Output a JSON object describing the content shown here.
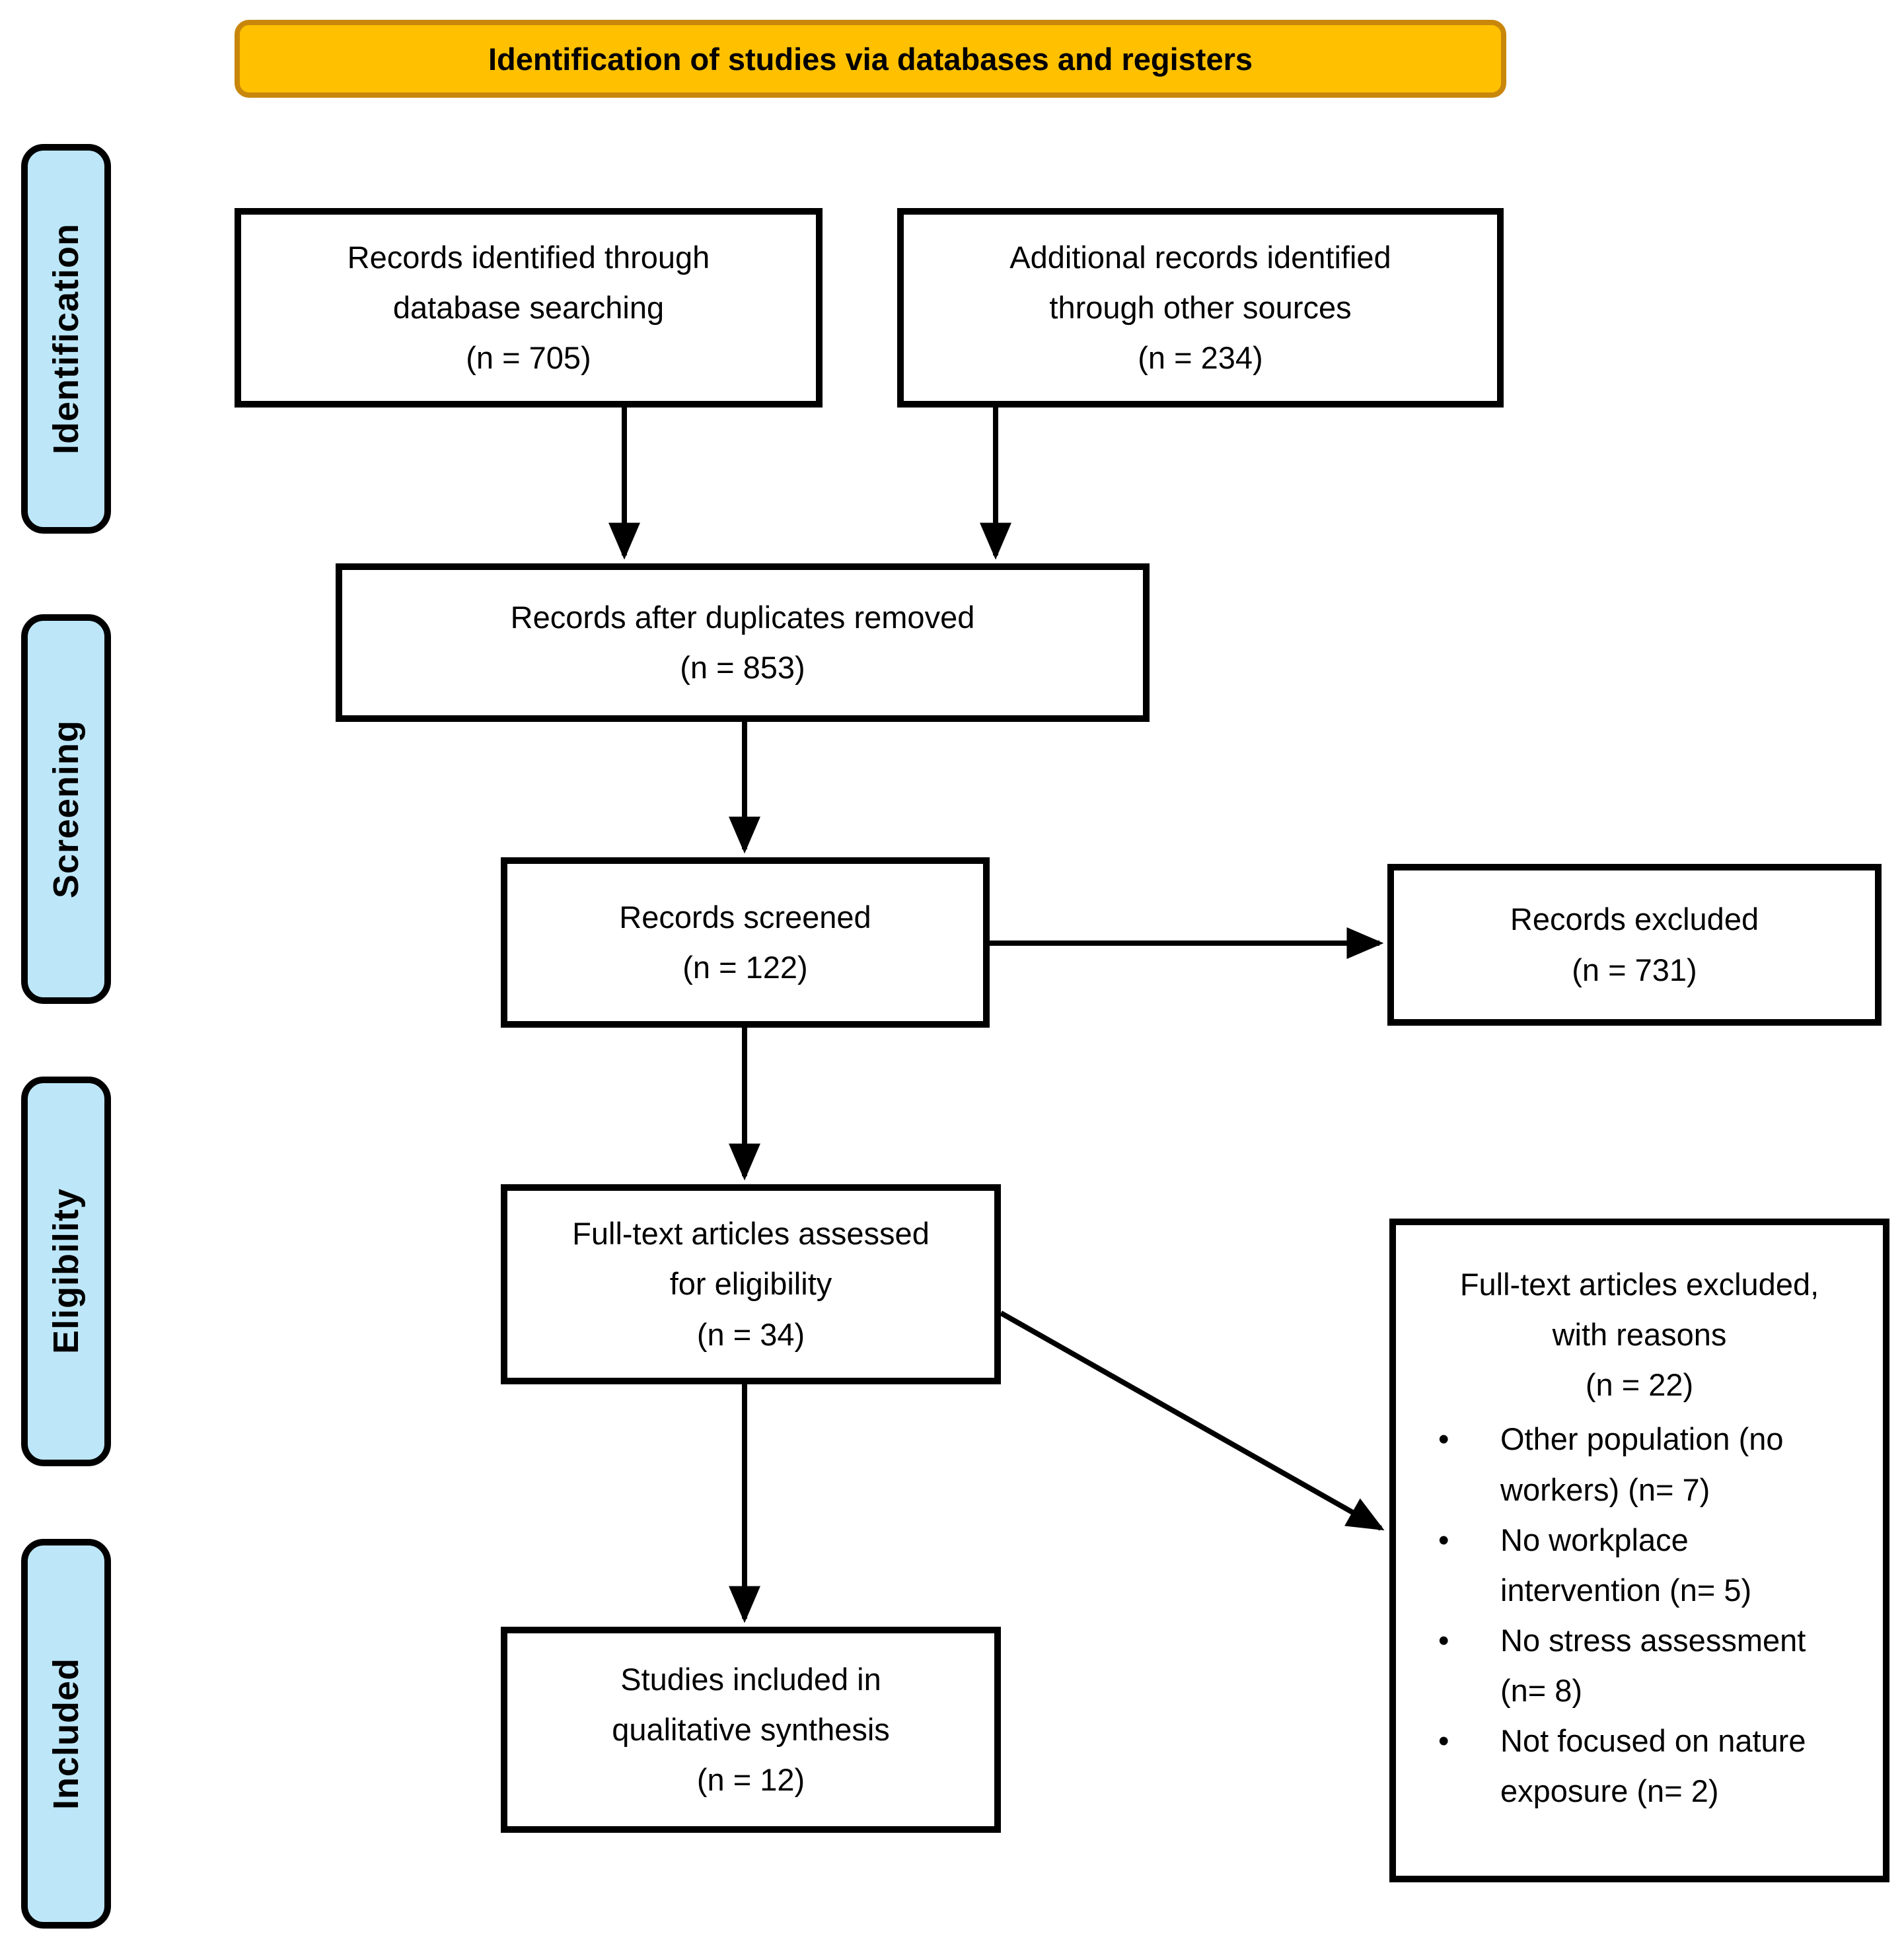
{
  "banner": {
    "title": "Identification of studies via databases and registers"
  },
  "stages": {
    "identification": "Identification",
    "screening": "Screening",
    "eligibility": "Eligibility",
    "included": "Included"
  },
  "boxes": {
    "records_identified": {
      "line1": "Records identified through",
      "line2": "database searching",
      "count": "(n = 705)"
    },
    "additional_records": {
      "line1": "Additional records identified",
      "line2": "through other sources",
      "count": "(n = 234)"
    },
    "duplicates_removed": {
      "line1": "Records after duplicates removed",
      "count": "(n = 853)"
    },
    "records_screened": {
      "line1": "Records screened",
      "count": "(n = 122)"
    },
    "records_excluded": {
      "line1": "Records excluded",
      "count": "(n = 731)"
    },
    "fulltext_assessed": {
      "line1": "Full-text articles assessed",
      "line2": "for eligibility",
      "count": "(n = 34)"
    },
    "fulltext_excluded": {
      "line1": "Full-text articles excluded,",
      "line2": "with reasons",
      "count": "(n = 22)",
      "reasons": [
        "Other population (no workers) (n= 7)",
        "No workplace intervention (n= 5)",
        "No stress assessment (n= 8)",
        "Not focused on nature exposure (n= 2)"
      ]
    },
    "studies_included": {
      "line1": "Studies included in",
      "line2": "qualitative synthesis",
      "count": "(n = 12)"
    }
  },
  "colors": {
    "banner_fill": "#FFC000",
    "banner_border": "#C8860B",
    "stage_fill": "#BDE7F9",
    "line": "#000000"
  }
}
